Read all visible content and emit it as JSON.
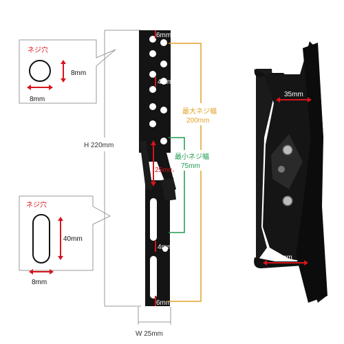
{
  "callout_round": {
    "title": "ネジ穴",
    "height_label": "8mm",
    "width_label": "8mm"
  },
  "callout_slot": {
    "title": "ネジ穴",
    "height_label": "40mm",
    "width_label": "8mm"
  },
  "dimensions": {
    "top_offset": "6mm",
    "hole_gap": "4mm",
    "pitch": "25mm",
    "slot_gap": "4mm",
    "bottom_offset": "6mm",
    "height": "H 220mm",
    "width": "W 25mm",
    "max_pitch_title": "最大ネジ幅",
    "max_pitch_value": "200mm",
    "min_pitch_title": "最小ネジ幅",
    "min_pitch_value": "75mm",
    "hook_width_top": "35mm",
    "hook_width_bottom": "45mm"
  },
  "colors": {
    "measure_red": "#d8141d",
    "max_gold": "#e2a227",
    "min_green": "#1f9a4e",
    "metal_black": "#141414",
    "line_gray": "#9a9a9a"
  }
}
